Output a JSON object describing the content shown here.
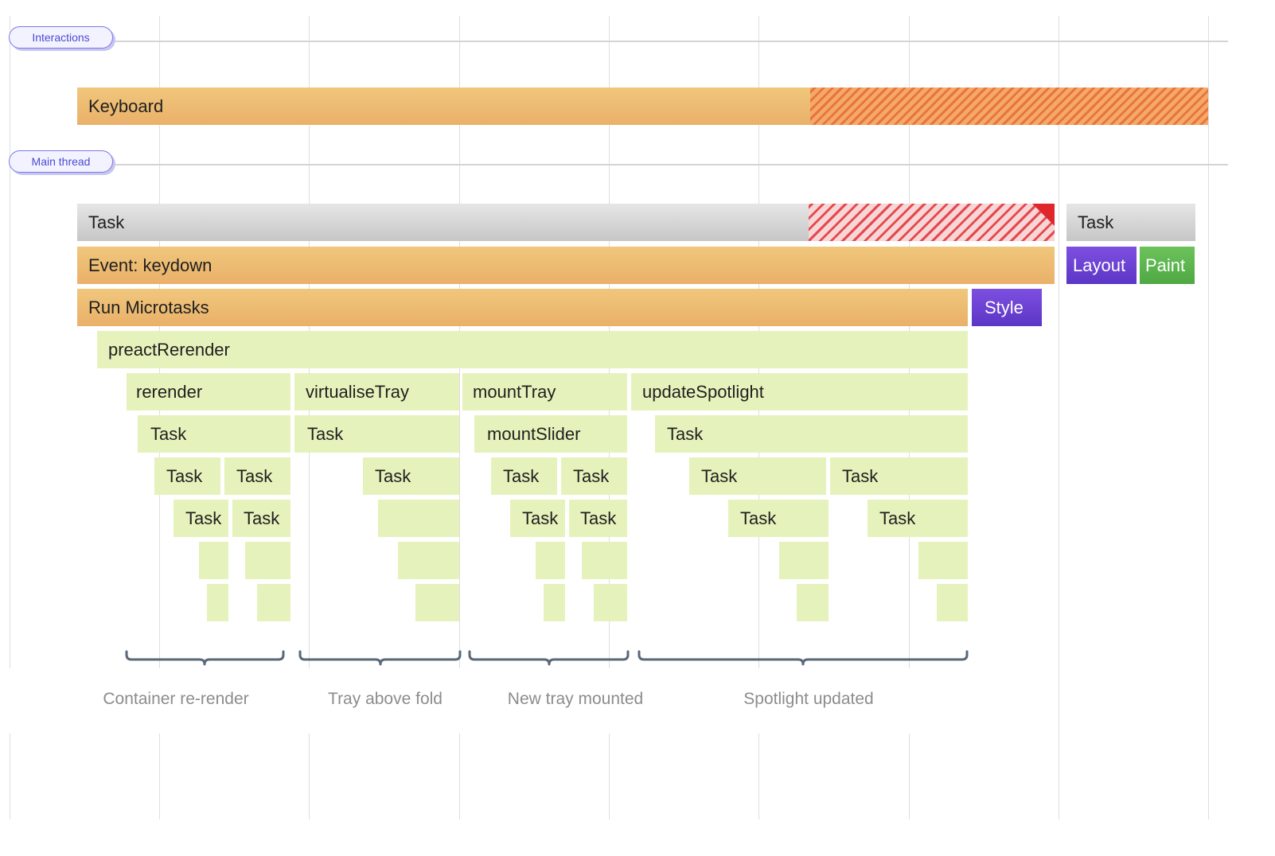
{
  "tracks": {
    "interactions_label": "Interactions",
    "main_thread_label": "Main thread"
  },
  "interactions": {
    "keyboard_label": "Keyboard"
  },
  "main_thread": {
    "task1_label": "Task",
    "event_label": "Event: keydown",
    "microtasks_label": "Run Microtasks",
    "style_label": "Style",
    "task2_label": "Task",
    "layout_label": "Layout",
    "paint_label": "Paint",
    "rerender_root_label": "preactRerender",
    "calls": {
      "rerender": "rerender",
      "virtualise_tray": "virtualiseTray",
      "mount_tray": "mountTray",
      "update_spotlight": "updateSpotlight",
      "mount_slider": "mountSlider",
      "task": "Task"
    }
  },
  "groups": [
    {
      "label": "Container re-render"
    },
    {
      "label": "Tray above fold"
    },
    {
      "label": "New tray mounted"
    },
    {
      "label": "Spotlight updated"
    }
  ],
  "colors": {
    "interaction_pill": "#4d49d3",
    "orange_bar": "#eab06a",
    "task_bar": "#c6c6c6",
    "js_call": "#e6f2bb",
    "style_layout": "#5b36c6",
    "paint": "#4fa843",
    "long_task_flag": "#e0262c"
  }
}
